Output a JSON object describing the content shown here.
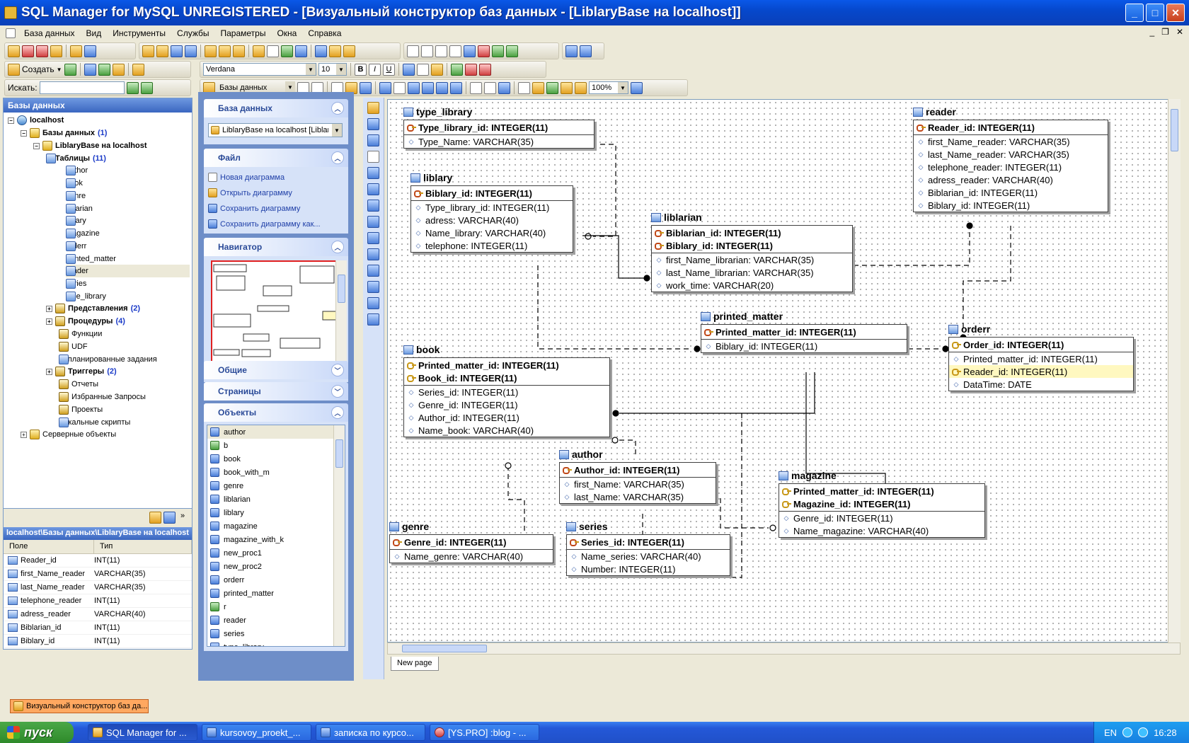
{
  "window": {
    "title": "SQL Manager for MySQL UNREGISTERED - [Визуальный конструктор баз данных - [LiblaryBase на localhost]]"
  },
  "menu": [
    "База данных",
    "Вид",
    "Инструменты",
    "Службы",
    "Параметры",
    "Окна",
    "Справка"
  ],
  "toolbar": {
    "create_label": "Создать",
    "search_label": "Искать:",
    "font_name": "Verdana",
    "font_size": "10",
    "db_combo": "Базы данных",
    "zoom": "100%",
    "bold": "B",
    "italic": "I",
    "underline": "U"
  },
  "dbtree": {
    "header": "Базы данных",
    "host": "localhost",
    "databases": {
      "label": "Базы данных",
      "count": "(1)"
    },
    "database": "LiblaryBase на localhost",
    "tables": {
      "label": "Таблицы",
      "count": "(11)"
    },
    "table_items": [
      "author",
      "book",
      "genre",
      "liblarian",
      "liblary",
      "magazine",
      "orderr",
      "printed_matter",
      "reader",
      "series",
      "type_library"
    ],
    "views": {
      "label": "Представления",
      "count": "(2)"
    },
    "procedures": {
      "label": "Процедуры",
      "count": "(4)"
    },
    "functions": "Функции",
    "udf": "UDF",
    "scheduled": "Запланированные задания",
    "triggers": {
      "label": "Триггеры",
      "count": "(2)"
    },
    "reports": "Отчеты",
    "favorites": "Избранные Запросы",
    "projects": "Проекты",
    "scripts": "Локальные скрипты",
    "server_objects": "Серверные объекты"
  },
  "fieldpanel": {
    "path": "localhost\\Базы данных\\LiblaryBase на localhost",
    "col_field": "Поле",
    "col_type": "Тип",
    "rows": [
      {
        "name": "Reader_id",
        "type": "INT(11)"
      },
      {
        "name": "first_Name_reader",
        "type": "VARCHAR(35)"
      },
      {
        "name": "last_Name_reader",
        "type": "VARCHAR(35)"
      },
      {
        "name": "telephone_reader",
        "type": "INT(11)"
      },
      {
        "name": "adress_reader",
        "type": "VARCHAR(40)"
      },
      {
        "name": "Biblarian_id",
        "type": "INT(11)"
      },
      {
        "name": "Biblary_id",
        "type": "INT(11)"
      }
    ]
  },
  "taskpane": {
    "db_group": "База данных",
    "db_combo": "LiblaryBase на localhost [Liblary]",
    "file_group": "Файл",
    "file_links": [
      "Новая диаграмма",
      "Открыть диаграмму",
      "Сохранить диаграмму",
      "Сохранить диаграмму как..."
    ],
    "navigator_group": "Навигатор",
    "general_group": "Общие",
    "pages_group": "Страницы",
    "objects_group": "Объекты",
    "objects": [
      "author",
      "b",
      "book",
      "book_with_m",
      "genre",
      "liblarian",
      "liblary",
      "magazine",
      "magazine_with_k",
      "new_proc1",
      "new_proc2",
      "orderr",
      "printed_matter",
      "r",
      "reader",
      "series",
      "type_library"
    ]
  },
  "diagram": {
    "page_tab": "New page",
    "entities": [
      {
        "id": "type_library",
        "name": "type_library",
        "pk": [
          "Type_library_id: INTEGER(11)"
        ],
        "fields": [
          "Type_Name: VARCHAR(35)"
        ]
      },
      {
        "id": "liblary",
        "name": "liblary",
        "pk": [
          "Biblary_id: INTEGER(11)"
        ],
        "fields": [
          "Type_library_id: INTEGER(11)",
          "adress: VARCHAR(40)",
          "Name_library: VARCHAR(40)",
          "telephone: INTEGER(11)"
        ]
      },
      {
        "id": "reader",
        "name": "reader",
        "pk": [
          "Reader_id: INTEGER(11)"
        ],
        "fields": [
          "first_Name_reader: VARCHAR(35)",
          "last_Name_reader: VARCHAR(35)",
          "telephone_reader: INTEGER(11)",
          "adress_reader: VARCHAR(40)",
          "Biblarian_id: INTEGER(11)",
          "Biblary_id: INTEGER(11)"
        ]
      },
      {
        "id": "liblarian",
        "name": "liblarian",
        "pk": [
          "Biblarian_id: INTEGER(11)",
          "Biblary_id: INTEGER(11)"
        ],
        "fields": [
          "first_Name_librarian: VARCHAR(35)",
          "last_Name_librarian: VARCHAR(35)",
          "work_time: VARCHAR(20)"
        ]
      },
      {
        "id": "printed_matter",
        "name": "printed_matter",
        "pk": [
          "Printed_matter_id: INTEGER(11)"
        ],
        "fields": [
          "Biblary_id: INTEGER(11)"
        ]
      },
      {
        "id": "orderr",
        "name": "orderr",
        "pk": [
          "Order_id: INTEGER(11)"
        ],
        "fields": [
          "Printed_matter_id: INTEGER(11)",
          "Reader_id: INTEGER(11)",
          "DataTime: DATE"
        ]
      },
      {
        "id": "book",
        "name": "book",
        "pk": [
          "Printed_matter_id: INTEGER(11)",
          "Book_id: INTEGER(11)"
        ],
        "fields": [
          "Series_id: INTEGER(11)",
          "Genre_id: INTEGER(11)",
          "Author_id: INTEGER(11)",
          "Name_book: VARCHAR(40)"
        ]
      },
      {
        "id": "author",
        "name": "author",
        "pk": [
          "Author_id: INTEGER(11)"
        ],
        "fields": [
          "first_Name: VARCHAR(35)",
          "last_Name: VARCHAR(35)"
        ]
      },
      {
        "id": "magazine",
        "name": "magazine",
        "pk": [
          "Printed_matter_id: INTEGER(11)",
          "Magazine_id: INTEGER(11)"
        ],
        "fields": [
          "Genre_id: INTEGER(11)",
          "Name_magazine: VARCHAR(40)"
        ]
      },
      {
        "id": "genre",
        "name": "genre",
        "pk": [
          "Genre_id: INTEGER(11)"
        ],
        "fields": [
          "Name_genre: VARCHAR(40)"
        ]
      },
      {
        "id": "series",
        "name": "series",
        "pk": [
          "Series_id: INTEGER(11)"
        ],
        "fields": [
          "Name_series: VARCHAR(40)",
          "Number: INTEGER(11)"
        ]
      }
    ]
  },
  "mdi_tab": "Визуальный конструктор баз да...",
  "taskbar": {
    "start": "пуск",
    "tasks": [
      "SQL Manager for ...",
      "kursovoy_proekt_...",
      "записка по курсо...",
      "[YS.PRO] :blog - ..."
    ],
    "lang": "EN",
    "clock": "16:28"
  }
}
